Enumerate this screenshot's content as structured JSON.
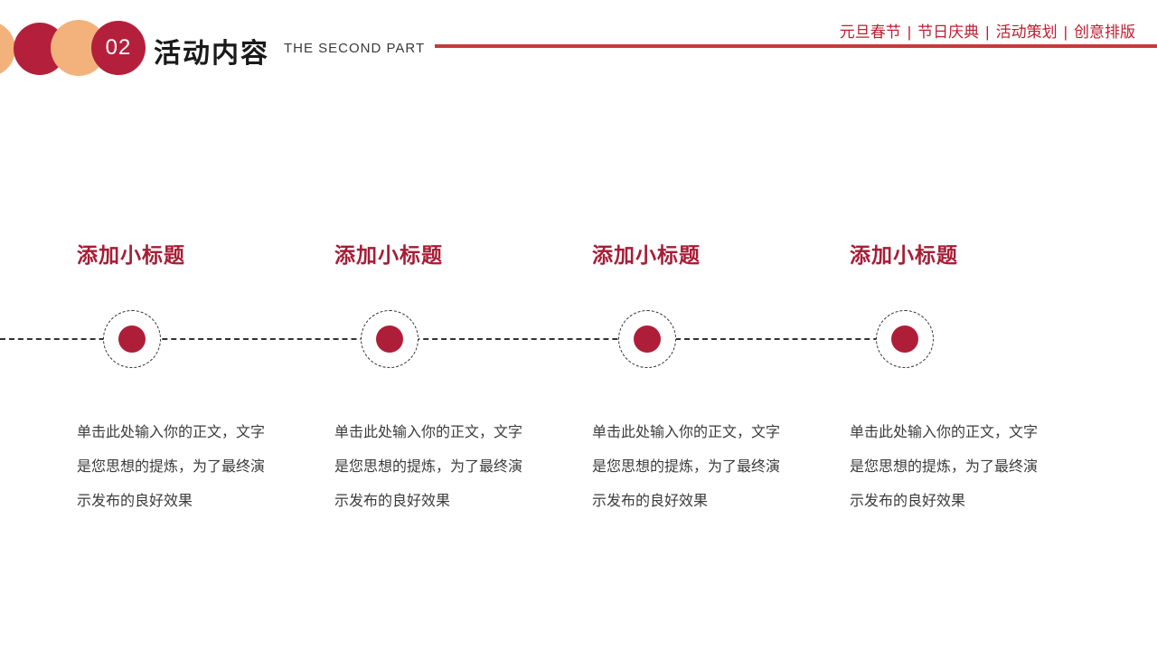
{
  "slide": {
    "page_number": "02",
    "title": "活动内容",
    "subtitle": "THE SECOND PART",
    "tags": [
      "元旦春节",
      "节日庆典",
      "活动策划",
      "创意排版"
    ],
    "tag_separator": "|"
  },
  "colors": {
    "crimson": "#B4203C",
    "dot_red": "#AF1E38",
    "heading_red": "#A61D36",
    "peach": "#F3B27C",
    "header_line_red": "#C43B3B",
    "title_black": "#1A1A1A",
    "body_gray": "#3C3C3C"
  },
  "timeline": {
    "items": [
      {
        "title": "添加小标题",
        "body_lines": [
          "单击此处输入你的正文，文字",
          "是您思想的提炼，为了最终演",
          "示发布的良好效果"
        ]
      },
      {
        "title": "添加小标题",
        "body_lines": [
          "单击此处输入你的正文，文字",
          "是您思想的提炼，为了最终演",
          "示发布的良好效果"
        ]
      },
      {
        "title": "添加小标题",
        "body_lines": [
          "单击此处输入你的正文，文字",
          "是您思想的提炼，为了最终演",
          "示发布的良好效果"
        ]
      },
      {
        "title": "添加小标题",
        "body_lines": [
          "单击此处输入你的正文，文字",
          "是您思想的提炼，为了最终演",
          "示发布的良好效果"
        ]
      }
    ]
  }
}
